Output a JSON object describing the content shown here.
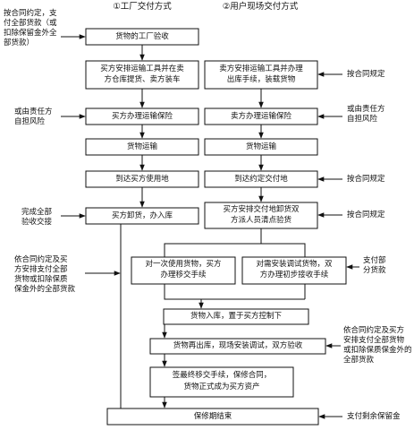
{
  "headers": {
    "factory": "①工厂交付方式",
    "site": "②用户现场交付方式"
  },
  "boxes": {
    "factory_acceptance": "货物的工厂验收",
    "buyer_transport_pickup": [
      "买方安排运输工具并在卖",
      "方仓库提货、卖方装车"
    ],
    "seller_transport_outbound": [
      "卖方安排运输工具并办理",
      "出库手续，装载货物"
    ],
    "buyer_insurance": "买方办理运输保险",
    "seller_insurance": "卖方办理运输保险",
    "transport_left": "货物运输",
    "transport_right": "货物运输",
    "arrive_buyer": "到达买方使用地",
    "arrive_agreed": "到达约定交付地",
    "buyer_unload": "买方卸货，办入库",
    "joint_inspection": [
      "买方安排交付地卸货双",
      "方派人员清点验货"
    ],
    "one_time_use": [
      "对一次使用货物，买方",
      "办理移交手续"
    ],
    "install_needed": [
      "对需安装调试货物，双",
      "方办理初步接收手续"
    ],
    "warehouse_control": "货物入库，置于买方控制下",
    "install_acceptance": "货物再出库，现场安装调试，双方验收",
    "final_handover": [
      "签最终移交手续，保修合同，",
      "货物正式成为买方资产"
    ],
    "warranty_end": "保修期结束"
  },
  "notes": {
    "pay_all_factory": [
      "按合同约定，支",
      "付全部货款（或",
      "扣除保留金外全",
      "部货款）"
    ],
    "contract_1": "按合同规定",
    "self_risk_left": [
      "或由责任方",
      "自担风险"
    ],
    "self_risk_right": [
      "或由责任方",
      "自担风险"
    ],
    "contract_2": "按合同规定",
    "complete_acceptance": [
      "完成全部",
      "验收交接"
    ],
    "contract_3": "按合同规定",
    "pay_all_left": [
      "依合同约定及买",
      "方安排支付全部",
      "货物或扣除保质",
      "保金外的全部货款"
    ],
    "pay_part": [
      "支付部",
      "分货款"
    ],
    "pay_all_right": [
      "依合同约定及买方",
      "安排支付全部货物",
      "或扣除保质保金外的",
      "全部货款"
    ],
    "pay_retention": "支付剩余保留金"
  }
}
